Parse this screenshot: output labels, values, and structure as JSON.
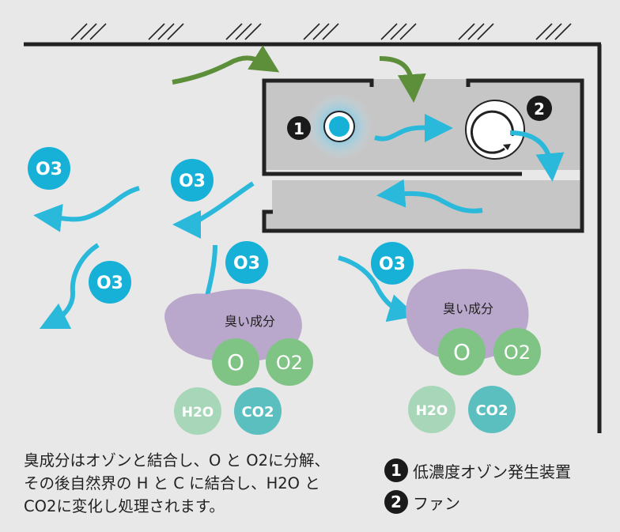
{
  "molecules": {
    "ozone": "O3",
    "oxygen_atom": "O",
    "oxygen": "O2",
    "water": "H2O",
    "carbon_dioxide": "CO2"
  },
  "odor_label": "臭い成分",
  "badges": {
    "one": "1",
    "two": "2"
  },
  "caption": "臭成分はオゾンと結合し、O と O2に分解、\nその後自然界の H と C に結合し、H2O と\nCO2に変化し処理されます。",
  "legend": [
    {
      "num": "1",
      "text": "低濃度オゾン発生装置"
    },
    {
      "num": "2",
      "text": "ファン"
    }
  ],
  "colors": {
    "background": "#e8e8e8",
    "ozone": "#17b1d8",
    "odor_blob": "#b9a8cc",
    "oxygen": "#7fc485",
    "water": "#a7d7b8",
    "co2": "#5bbfc0",
    "green_arrow": "#5d8f3b",
    "cyan_arrow": "#2ab9da"
  }
}
